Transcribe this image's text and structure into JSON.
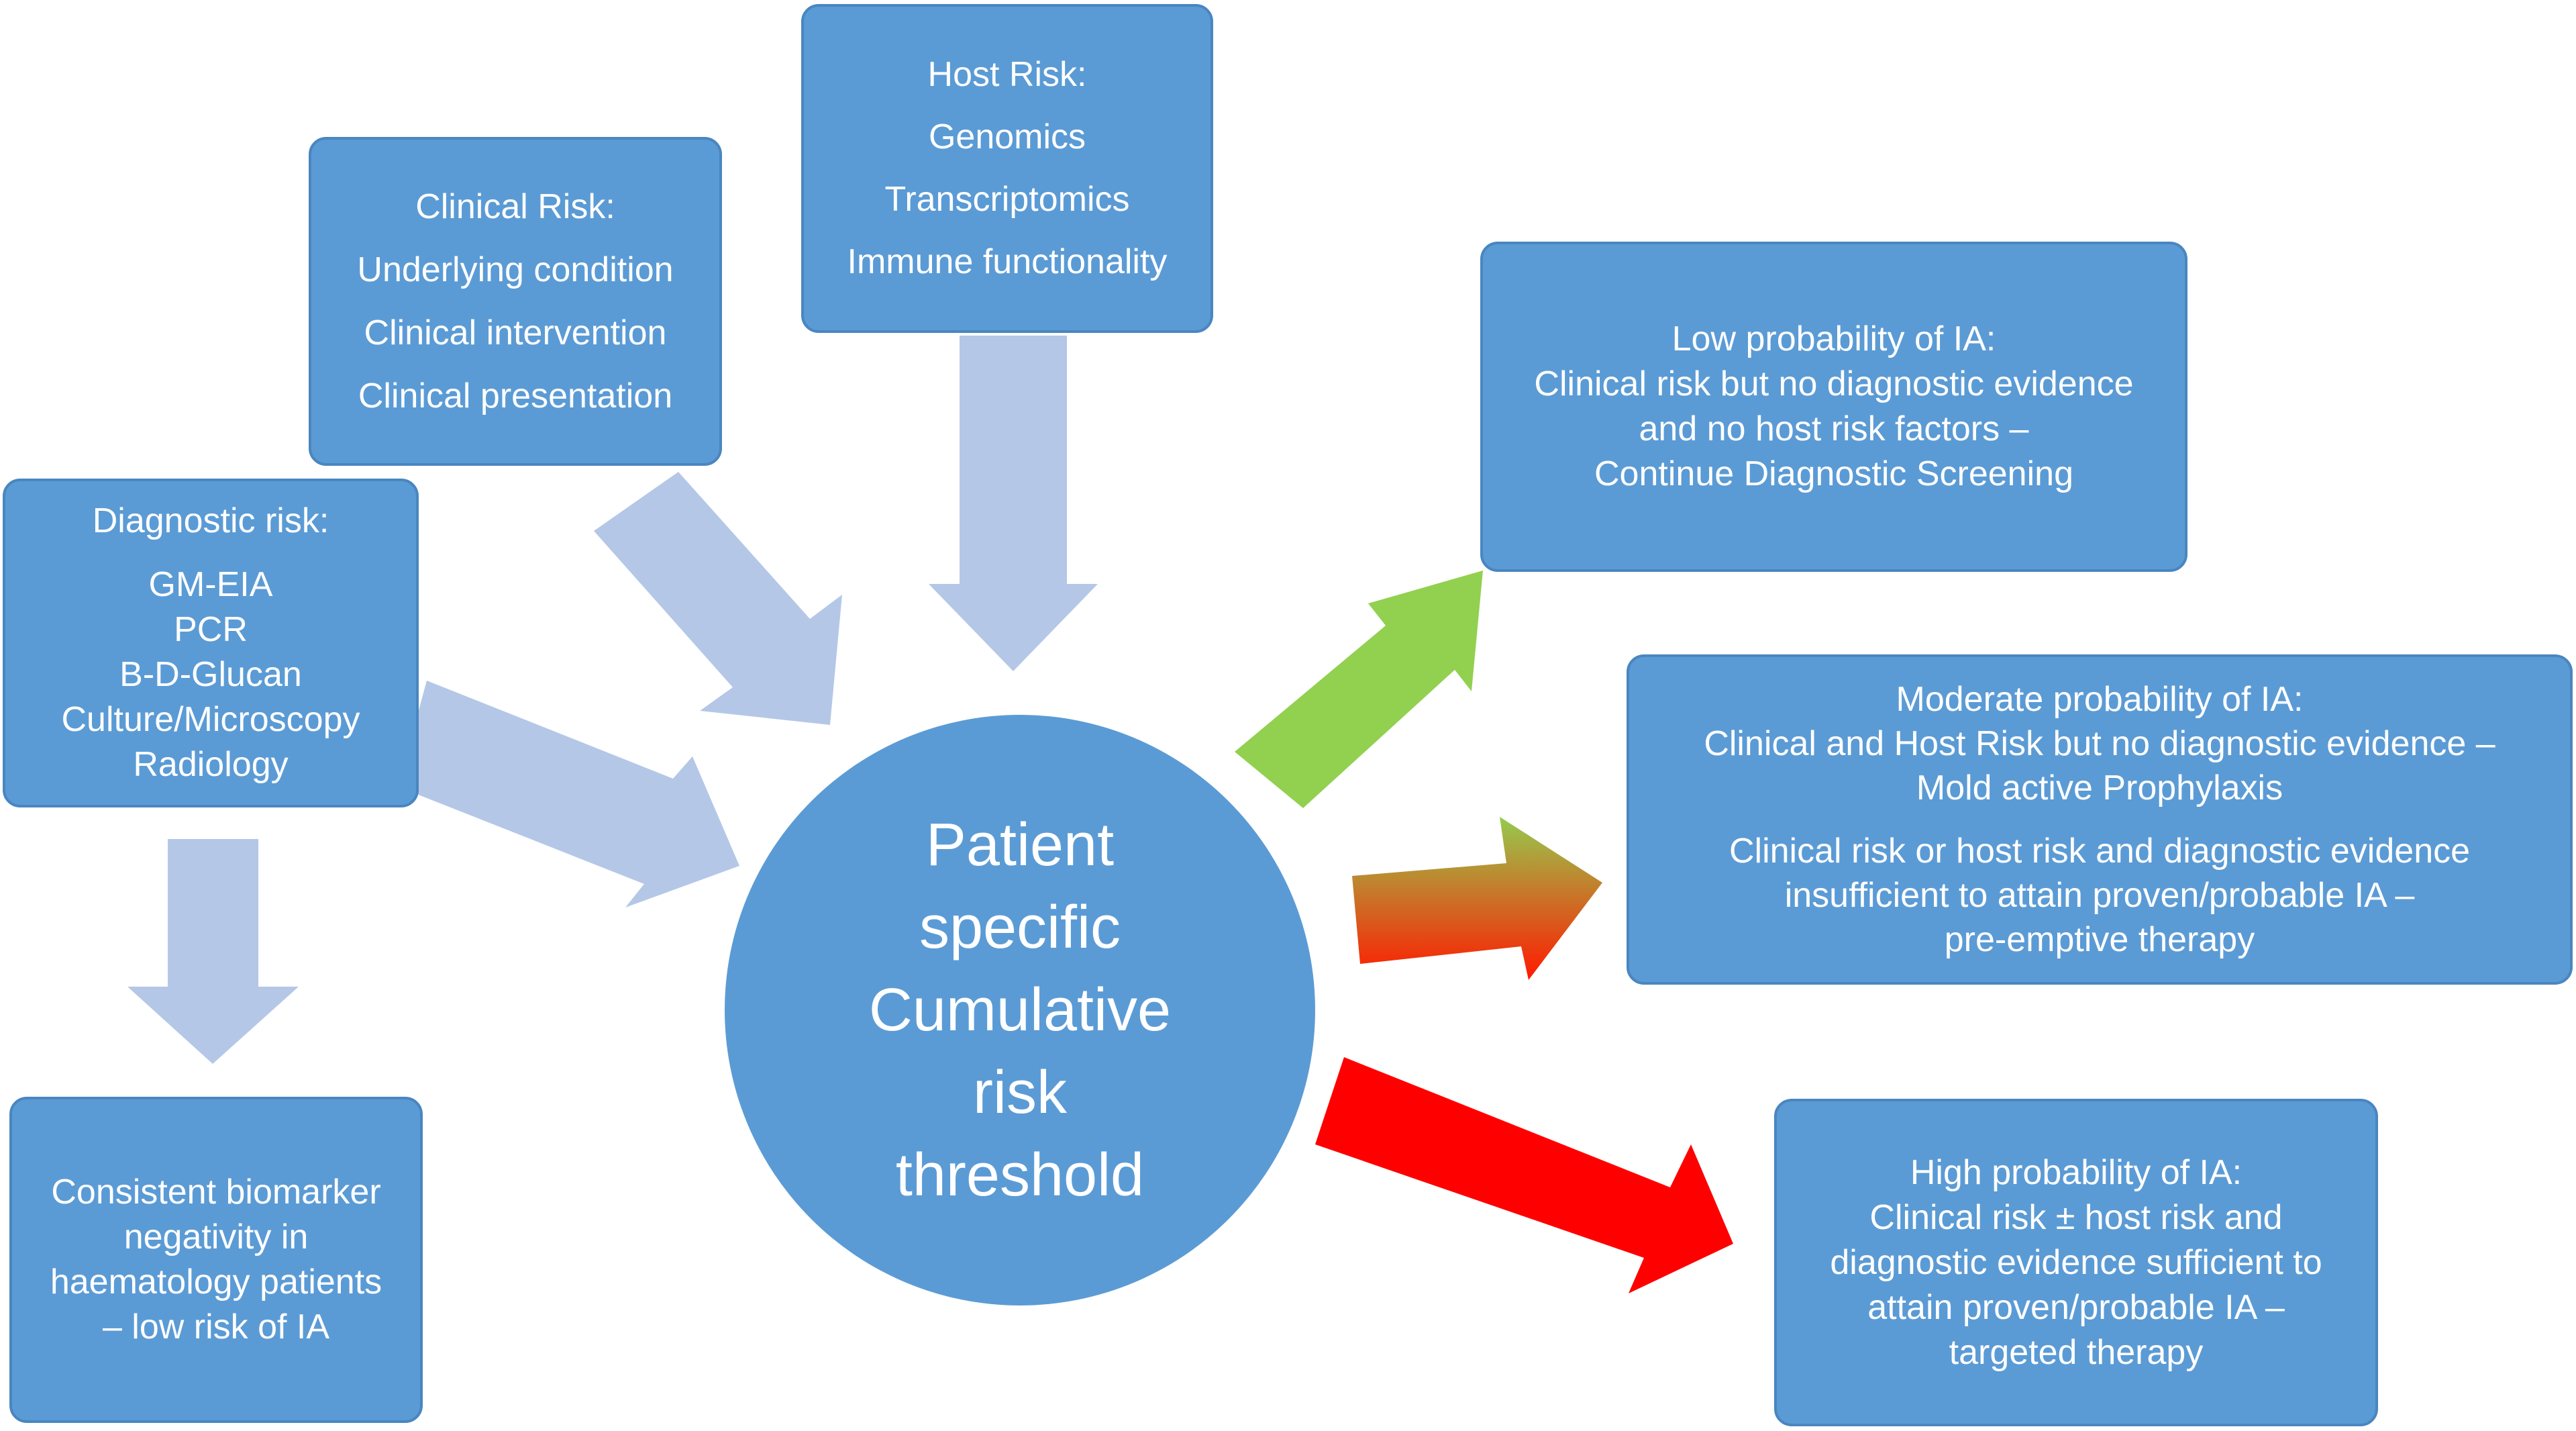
{
  "center": {
    "lines": [
      "Patient",
      "specific",
      "Cumulative",
      "risk",
      "threshold"
    ]
  },
  "host": {
    "lines": [
      "Host Risk:",
      "Genomics",
      "Transcriptomics",
      "Immune  functionality"
    ]
  },
  "clinical": {
    "lines": [
      "Clinical Risk:",
      "Underlying  condition",
      "Clinical intervention",
      "Clinical presentation"
    ]
  },
  "diagnostic": {
    "lines": [
      "Diagnostic risk:",
      "GM-EIA",
      "PCR",
      "B-D-Glucan",
      "Culture/Microscopy",
      "Radiology"
    ]
  },
  "negativity": {
    "lines": [
      "Consistent biomarker",
      "negativity in",
      "haematology patients",
      "– low risk of IA"
    ]
  },
  "low": {
    "lines": [
      "Low  probability of IA:",
      "Clinical risk but no diagnostic evidence",
      "and no host risk factors –",
      "Continue  Diagnostic Screening"
    ]
  },
  "moderate": {
    "lines": [
      "Moderate  probability of IA:",
      "Clinical and Host Risk but no  diagnostic evidence –",
      "Mold  active Prophylaxis",
      "Clinical risk or host risk and diagnostic evidence",
      "insufficient to attain proven/probable  IA –",
      "pre-emptive  therapy"
    ]
  },
  "high": {
    "lines": [
      "High probability of IA:",
      "Clinical risk ± host risk and",
      "diagnostic evidence sufficient to",
      "attain proven/probable  IA –",
      "targeted therapy"
    ]
  },
  "colors": {
    "box_fill": "#5b9bd5",
    "input_arrow": "#b4c7e7",
    "low_arrow": "#92d050",
    "high_arrow": "#ff0000",
    "text": "#ffffff"
  }
}
